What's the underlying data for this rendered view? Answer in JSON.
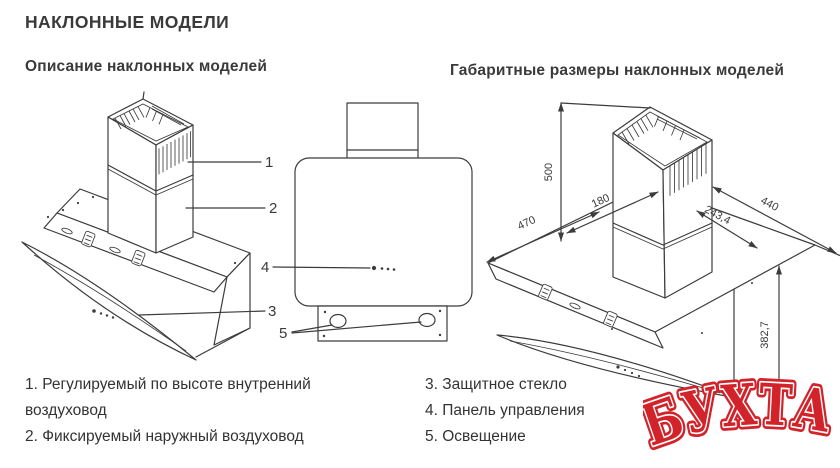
{
  "page": {
    "title": "НАКЛОННЫЕ МОДЕЛИ"
  },
  "description_section": {
    "heading": "Описание наклонных моделей",
    "callouts": {
      "n1": "1",
      "n2": "2",
      "n3": "3",
      "n4": "4",
      "n5": "5"
    }
  },
  "dimensions_section": {
    "heading": "Габаритные размеры наклонных моделей",
    "dims": {
      "chimney_height": "500",
      "depth": "470",
      "duct_depth": "180",
      "width": "440",
      "inner_width": "243,4",
      "glass_drop": "382,7"
    }
  },
  "legend": {
    "items_left": [
      "1. Регулируемый по высоте внутренний воздуховод",
      "2. Фиксируемый наружный воздуховод"
    ],
    "items_right": [
      "3. Защитное стекло",
      "4. Панель управления",
      "5. Освещение"
    ]
  },
  "watermark": {
    "text": "БУХТА",
    "color": "#d2232a"
  }
}
